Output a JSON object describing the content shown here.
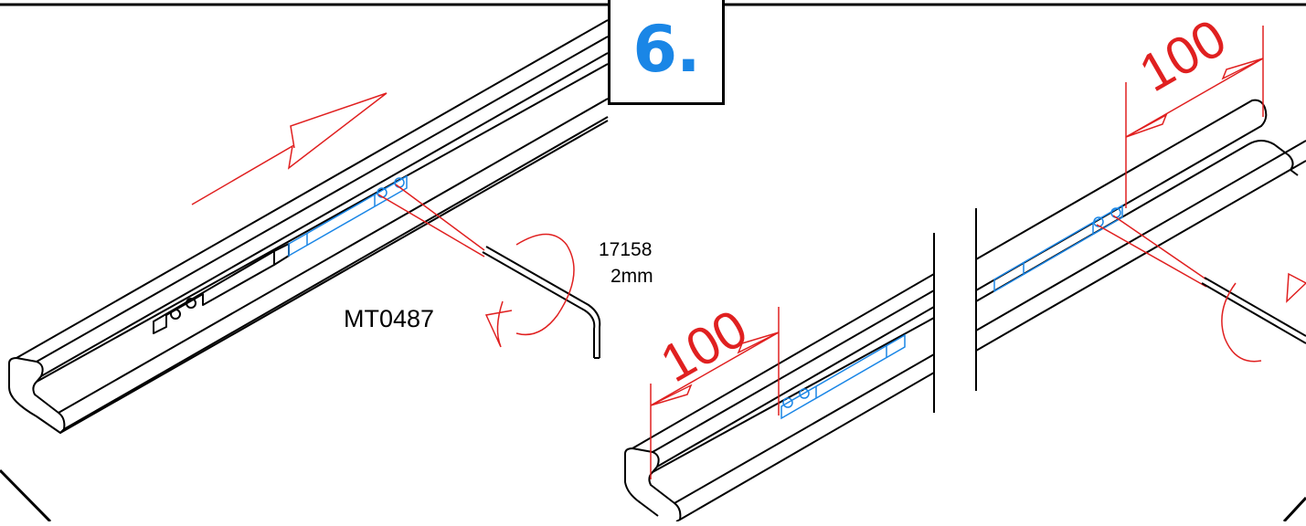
{
  "step": {
    "number": "6."
  },
  "labels": {
    "part_code": "MT0487",
    "tool_code": "17158",
    "tool_size": "2mm"
  },
  "dimensions": {
    "left_offset": "100",
    "right_offset": "100"
  },
  "colors": {
    "line": "#000000",
    "annotation": "#e02020",
    "fastener": "#1a86e6",
    "step_number": "#1a86e6"
  },
  "icons": {
    "direction": "slide-arrow-icon",
    "tighten": "rotate-arrow-icon",
    "tool": "hex-key-icon",
    "fastener": "set-screw-icon"
  }
}
